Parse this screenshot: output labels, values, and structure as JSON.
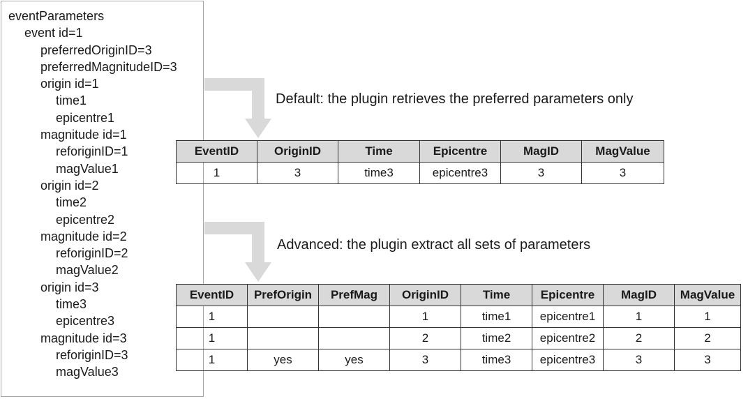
{
  "tree": [
    {
      "text": "eventParameters",
      "level": 0
    },
    {
      "text": "event id=1",
      "level": 1
    },
    {
      "text": "preferredOriginID=3",
      "level": 2
    },
    {
      "text": "preferredMagnitudeID=3",
      "level": 2
    },
    {
      "text": "origin id=1",
      "level": 2
    },
    {
      "text": "time1",
      "level": 3
    },
    {
      "text": "epicentre1",
      "level": 3
    },
    {
      "text": "magnitude id=1",
      "level": 2
    },
    {
      "text": "reforiginID=1",
      "level": 3
    },
    {
      "text": "magValue1",
      "level": 3
    },
    {
      "text": "origin id=2",
      "level": 2
    },
    {
      "text": "time2",
      "level": 3
    },
    {
      "text": "epicentre2",
      "level": 3
    },
    {
      "text": "magnitude id=2",
      "level": 2
    },
    {
      "text": "reforiginID=2",
      "level": 3
    },
    {
      "text": "magValue2",
      "level": 3
    },
    {
      "text": "origin id=3",
      "level": 2
    },
    {
      "text": "time3",
      "level": 3
    },
    {
      "text": "epicentre3",
      "level": 3
    },
    {
      "text": "magnitude id=3",
      "level": 2
    },
    {
      "text": "reforiginID=3",
      "level": 3
    },
    {
      "text": "magValue3",
      "level": 3
    }
  ],
  "default_caption": "Default: the plugin retrieves the preferred parameters only",
  "default_table": {
    "headers": [
      "EventID",
      "OriginID",
      "Time",
      "Epicentre",
      "MagID",
      "MagValue"
    ],
    "rows": [
      [
        "1",
        "3",
        "time3",
        "epicentre3",
        "3",
        "3"
      ]
    ]
  },
  "advanced_caption": "Advanced: the plugin extract all sets of parameters",
  "advanced_table": {
    "headers": [
      "EventID",
      "PrefOrigin",
      "PrefMag",
      "OriginID",
      "Time",
      "Epicentre",
      "MagID",
      "MagValue"
    ],
    "rows": [
      [
        "1",
        "",
        "",
        "1",
        "time1",
        "epicentre1",
        "1",
        "1"
      ],
      [
        "1",
        "",
        "",
        "2",
        "time2",
        "epicentre2",
        "2",
        "2"
      ],
      [
        "1",
        "yes",
        "yes",
        "3",
        "time3",
        "epicentre3",
        "3",
        "3"
      ]
    ]
  },
  "colors": {
    "arrow": "#d9d9d9",
    "header_fill": "#d9d9d9",
    "border": "#333333",
    "panel_border": "#a6a6a6"
  }
}
